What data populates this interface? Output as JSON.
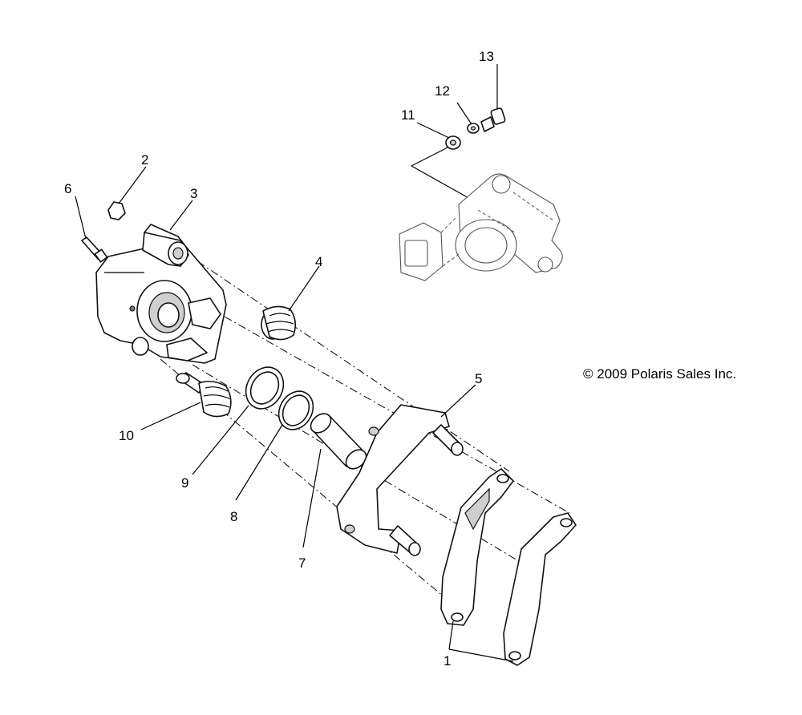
{
  "copyright": "© 2009 Polaris Sales Inc.",
  "callouts": [
    "1",
    "2",
    "3",
    "4",
    "5",
    "6",
    "7",
    "8",
    "9",
    "10",
    "11",
    "12",
    "13"
  ],
  "colors": {
    "line": "#000000",
    "background": "#ffffff"
  }
}
